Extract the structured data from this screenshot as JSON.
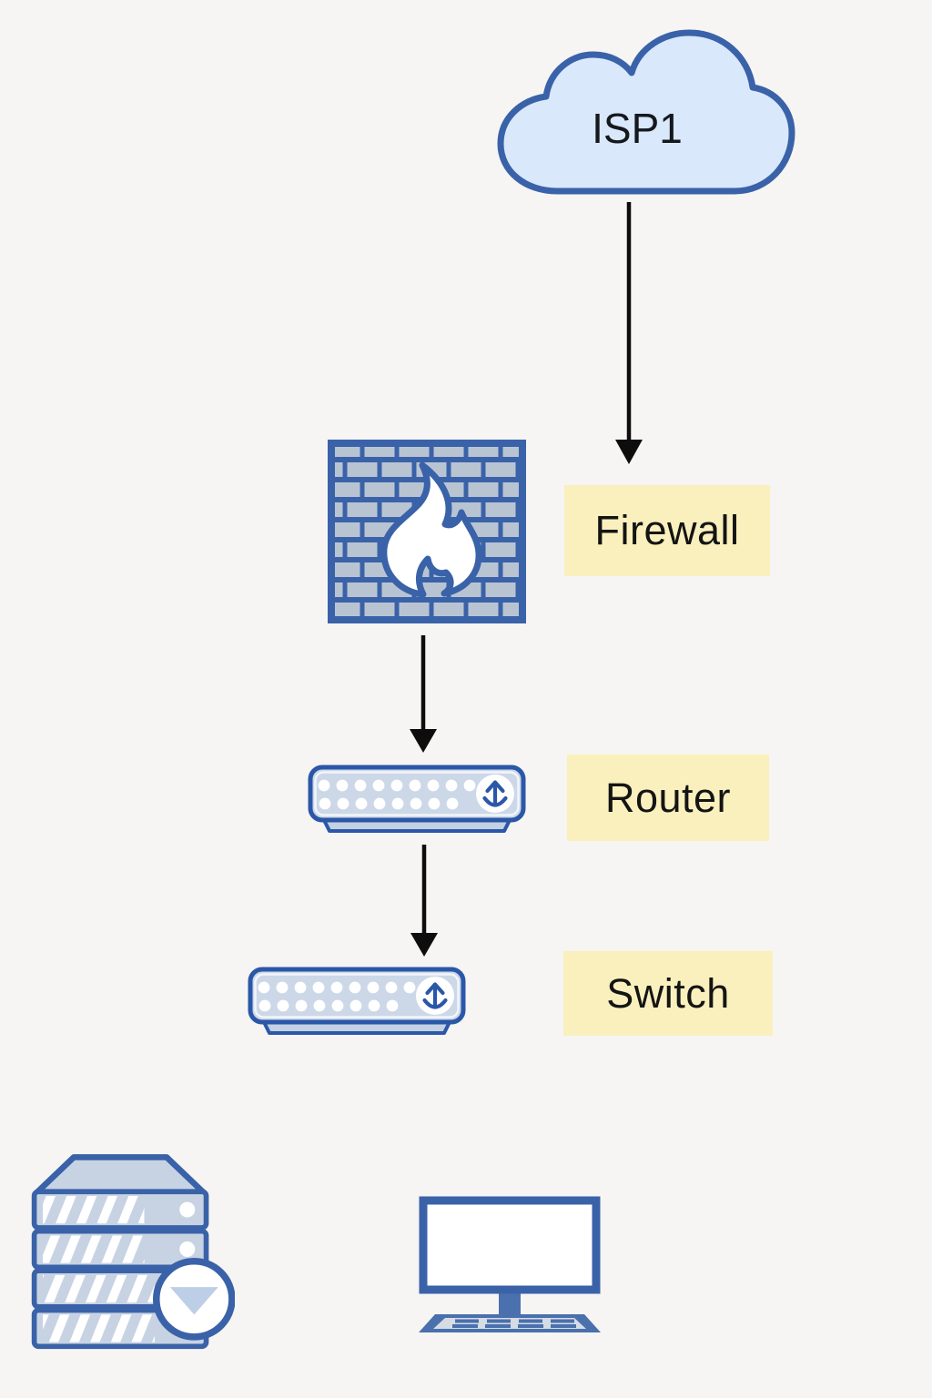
{
  "diagram": {
    "type": "network-topology",
    "nodes": {
      "isp": {
        "label": "ISP1",
        "shape": "cloud"
      },
      "firewall": {
        "label": "Firewall",
        "shape": "firewall-brick-flame-icon"
      },
      "router": {
        "label": "Router",
        "shape": "network-device-icon"
      },
      "switch": {
        "label": "Switch",
        "shape": "network-device-icon"
      },
      "mail_server": {
        "label": "",
        "shape": "server-stack-mail-icon"
      },
      "workstation": {
        "label": "",
        "shape": "desktop-computer-icon"
      }
    },
    "edges": [
      {
        "from": "isp",
        "to": "firewall",
        "style": "arrow-down"
      },
      {
        "from": "firewall",
        "to": "router",
        "style": "arrow-down"
      },
      {
        "from": "router",
        "to": "switch",
        "style": "arrow-down"
      }
    ]
  },
  "colors": {
    "outline": "#3a62a8",
    "outline-strong": "#2b57a8",
    "cloud-fill": "#d9e8fb",
    "brick-fill": "#b9c4d3",
    "device-fill": "#ccd8e8",
    "device-base": "#c3d1e3",
    "slab-fill": "#c7d3e3",
    "envelope-fill": "#bdcfe6",
    "stand-fill": "#4a70ae",
    "tray-fill": "#d6dce4",
    "label-bg": "#faf0bd",
    "label-text": "#141414",
    "arrow": "#0d0d0d",
    "bg": "#f6f5f3"
  }
}
